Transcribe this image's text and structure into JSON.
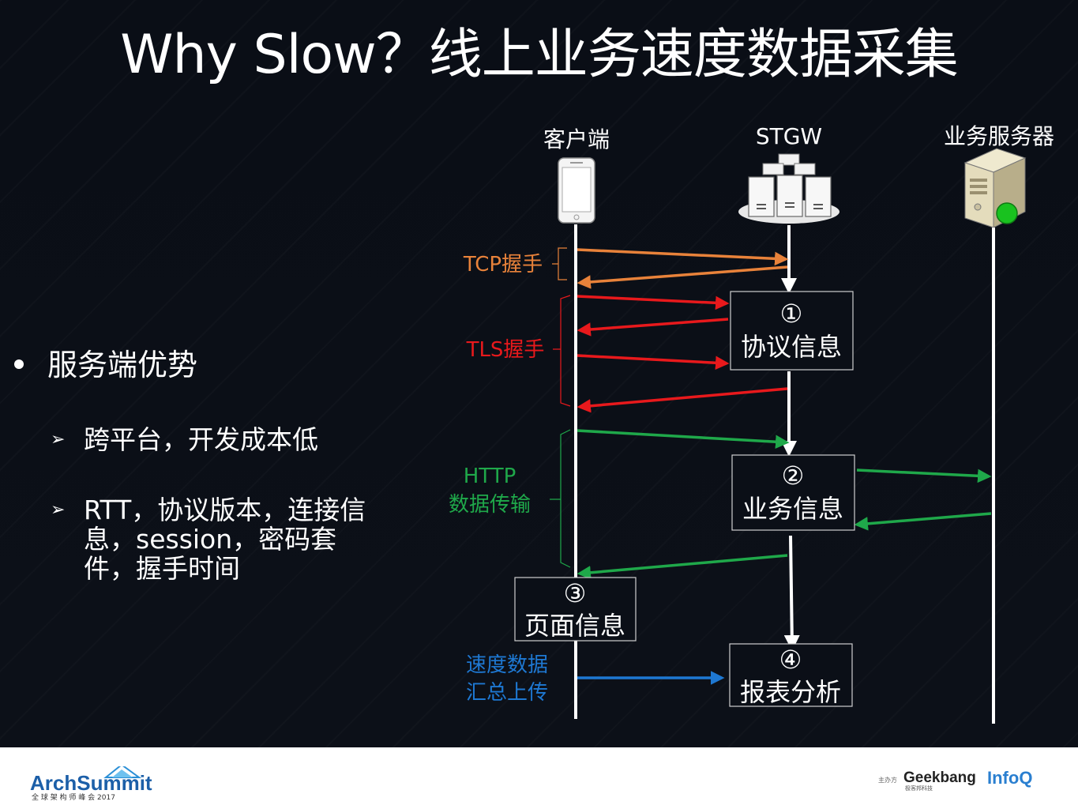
{
  "title": "Why Slow？线上业务速度数据采集",
  "bullets": {
    "main": "服务端优势",
    "sub1": "跨平台，开发成本低",
    "sub2": "RTT，协议版本，连接信息，session，密码套件，握手时间",
    "arrow_glyph": "➢"
  },
  "diagram": {
    "actors": {
      "client": "客户端",
      "stgw": "STGW",
      "server": "业务服务器"
    },
    "phases": {
      "tcp": "TCP握手",
      "tls": "TLS握手",
      "http_line1": "HTTP",
      "http_line2": "数据传输",
      "upload_line1": "速度数据",
      "upload_line2": "汇总上传"
    },
    "boxes": {
      "box1_num": "①",
      "box1_label": "协议信息",
      "box2_num": "②",
      "box2_label": "业务信息",
      "box3_num": "③",
      "box3_label": "页面信息",
      "box4_num": "④",
      "box4_label": "报表分析"
    },
    "colors": {
      "tcp": "#e8823a",
      "tls": "#e8191c",
      "http": "#1fa84a",
      "upload": "#1e78d2",
      "lifeline": "#ffffff"
    }
  },
  "footer": {
    "arch_logo_main": "ArchSummit",
    "arch_logo_sub": "全 球 架 构 师 峰 会 2017",
    "sponsor_label": "主办方",
    "geekbang": "Geekbang",
    "geekbang_sub": "极客邦科技",
    "infoq": "InfoQ"
  }
}
